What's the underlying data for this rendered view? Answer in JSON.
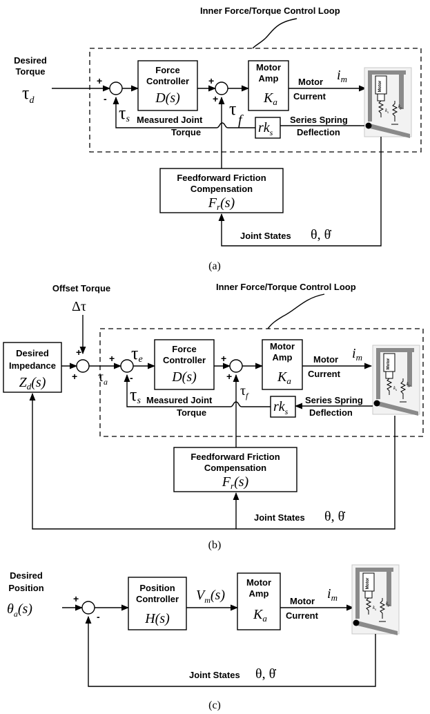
{
  "a": {
    "loop_label": "Inner Force/Torque Control Loop",
    "desired_label": [
      "Desired",
      "Torque"
    ],
    "desired_sym": "τ",
    "desired_sub": "d",
    "fc_box": [
      "Force",
      "Controller",
      "D(s)"
    ],
    "amp_box": [
      "Motor",
      "Amp",
      "K",
      "a"
    ],
    "motor_current": [
      "Motor",
      "Current"
    ],
    "im": "i",
    "im_sub": "m",
    "tau_s": "τ",
    "tau_s_sub": "s",
    "measured": [
      "Measured Joint",
      "Torque"
    ],
    "tau": "τ",
    "f_label": "f",
    "rks": "rk",
    "rks_sub": "s",
    "spring": [
      "Series Spring",
      "Deflection"
    ],
    "ff_box": [
      "Feedforward Friction",
      "Compensation",
      "F",
      "r",
      "(s)"
    ],
    "joint_states": "Joint States",
    "theta": "θ, θ̇",
    "caption": "(a)"
  },
  "b": {
    "offset_label": "Offset Torque",
    "delta_tau": "Δτ",
    "loop_label": "Inner Force/Torque Control Loop",
    "imp_box": [
      "Desired",
      "Impedance",
      "Z",
      "d",
      "(s)"
    ],
    "tau_a": "τ",
    "tau_a_sub": "a",
    "tau_e": "τ",
    "tau_e_sub": "e",
    "fc_box": [
      "Force",
      "Controller",
      "D(s)"
    ],
    "amp_box": [
      "Motor",
      "Amp",
      "K",
      "a"
    ],
    "motor_current": [
      "Motor",
      "Current"
    ],
    "im": "i",
    "im_sub": "m",
    "tau_s": "τ",
    "tau_s_sub": "s",
    "measured": [
      "Measured Joint",
      "Torque"
    ],
    "tau_f": "τ",
    "tau_f_sub": "f",
    "rks": "rk",
    "rks_sub": "s",
    "spring": [
      "Series Spring",
      "Deflection"
    ],
    "ff_box": [
      "Feedforward Friction",
      "Compensation",
      "F",
      "r",
      "(s)"
    ],
    "joint_states": "Joint States",
    "theta": "θ, θ̇",
    "caption": "(b)"
  },
  "c": {
    "desired_label": [
      "Desired",
      "Position"
    ],
    "theta_d": "θ",
    "theta_d_sub": "a",
    "theta_d_s": "(s)",
    "pc_box": [
      "Position",
      "Controller",
      "H(s)"
    ],
    "vm": "V",
    "vm_sub": "m",
    "vm_s": "(s)",
    "amp_box": [
      "Motor",
      "Amp",
      "K",
      "a"
    ],
    "motor_current": [
      "Motor",
      "Current"
    ],
    "im": "i",
    "im_sub": "m",
    "joint_states": "Joint States",
    "theta": "θ, θ̇",
    "caption": "(c)"
  },
  "robot": {
    "motor": "Motor",
    "ks": "k",
    "ks_sub": "s",
    "kp": "k",
    "kp_sub": "p"
  },
  "signs": {
    "plus": "+",
    "minus": "-"
  }
}
